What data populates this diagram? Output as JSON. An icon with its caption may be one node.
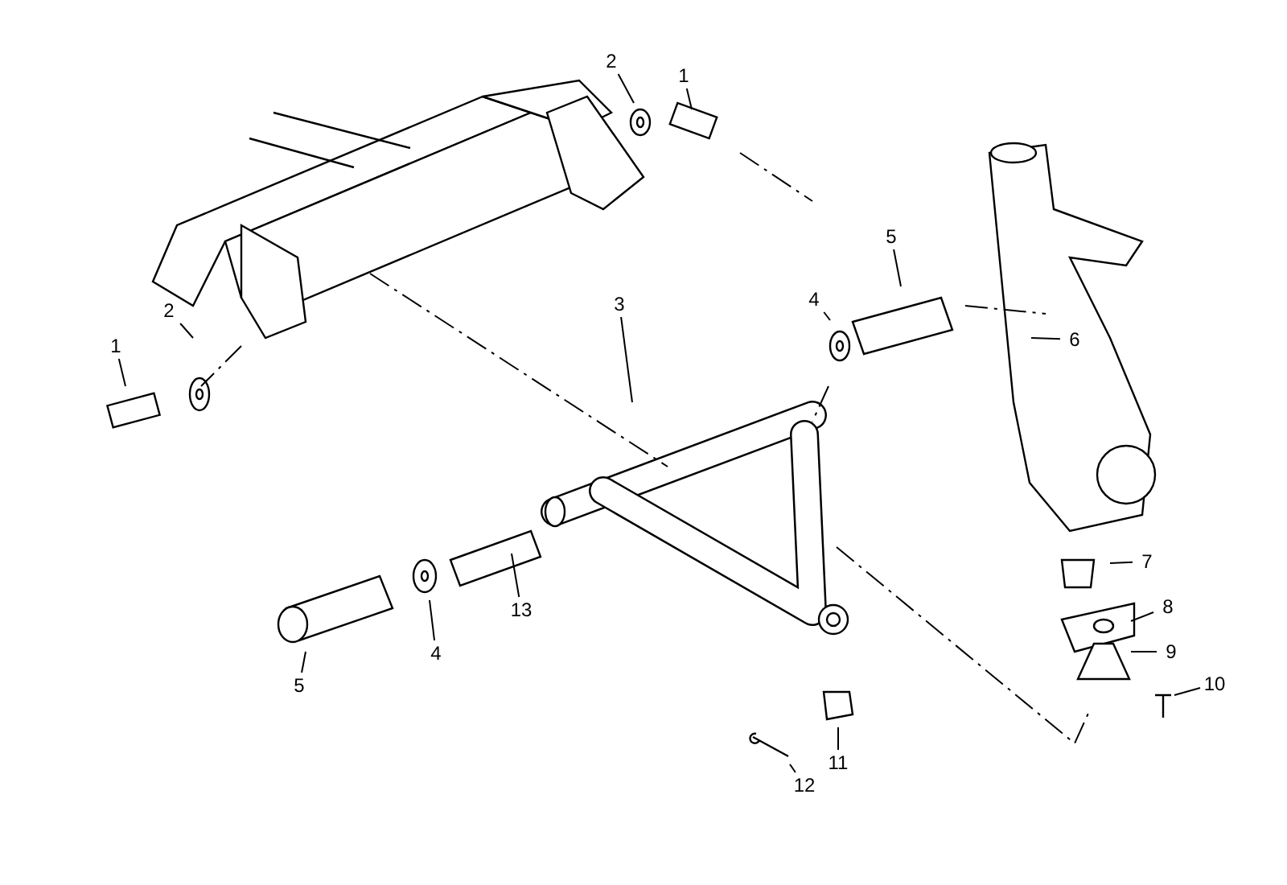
{
  "diagram": {
    "nodes": [
      {
        "text": [
          "1"
        ]
      },
      {
        "text": [
          "2"
        ]
      },
      {
        "text": [
          "5"
        ]
      },
      {
        "text": [
          "3"
        ]
      },
      {
        "text": [
          "2"
        ]
      },
      {
        "text": [
          "4"
        ]
      },
      {
        "text": [
          "6"
        ]
      },
      {
        "text": [
          "1"
        ]
      },
      {
        "text": [
          "7"
        ]
      },
      {
        "text": [
          "13"
        ]
      },
      {
        "text": [
          "8"
        ]
      },
      {
        "text": [
          "4"
        ]
      },
      {
        "text": [
          "9"
        ]
      },
      {
        "text": [
          "5"
        ]
      },
      {
        "text": [
          "10"
        ]
      },
      {
        "text": [
          "11"
        ]
      },
      {
        "text": [
          "12"
        ]
      }
    ],
    "edges": [
      {
        "from": 0,
        "to": null,
        "arrow": "none"
      },
      {
        "from": 1,
        "to": null,
        "arrow": "none"
      },
      {
        "from": 2,
        "to": null,
        "arrow": "none"
      },
      {
        "from": 3,
        "to": null,
        "arrow": "none"
      },
      {
        "from": 4,
        "to": null,
        "arrow": "none"
      },
      {
        "from": 5,
        "to": null,
        "arrow": "none"
      },
      {
        "from": 6,
        "to": null,
        "arrow": "none"
      },
      {
        "from": 7,
        "to": null,
        "arrow": "none"
      },
      {
        "from": 8,
        "to": null,
        "arrow": "none"
      },
      {
        "from": 9,
        "to": null,
        "arrow": "none"
      },
      {
        "from": 10,
        "to": null,
        "arrow": "none"
      },
      {
        "from": 11,
        "to": null,
        "arrow": "none"
      },
      {
        "from": 12,
        "to": null,
        "arrow": "none"
      },
      {
        "from": 13,
        "to": null,
        "arrow": "none"
      },
      {
        "from": 14,
        "to": null,
        "arrow": "none"
      },
      {
        "from": 15,
        "to": null,
        "arrow": "none"
      },
      {
        "from": 16,
        "to": null,
        "arrow": "none"
      }
    ]
  }
}
